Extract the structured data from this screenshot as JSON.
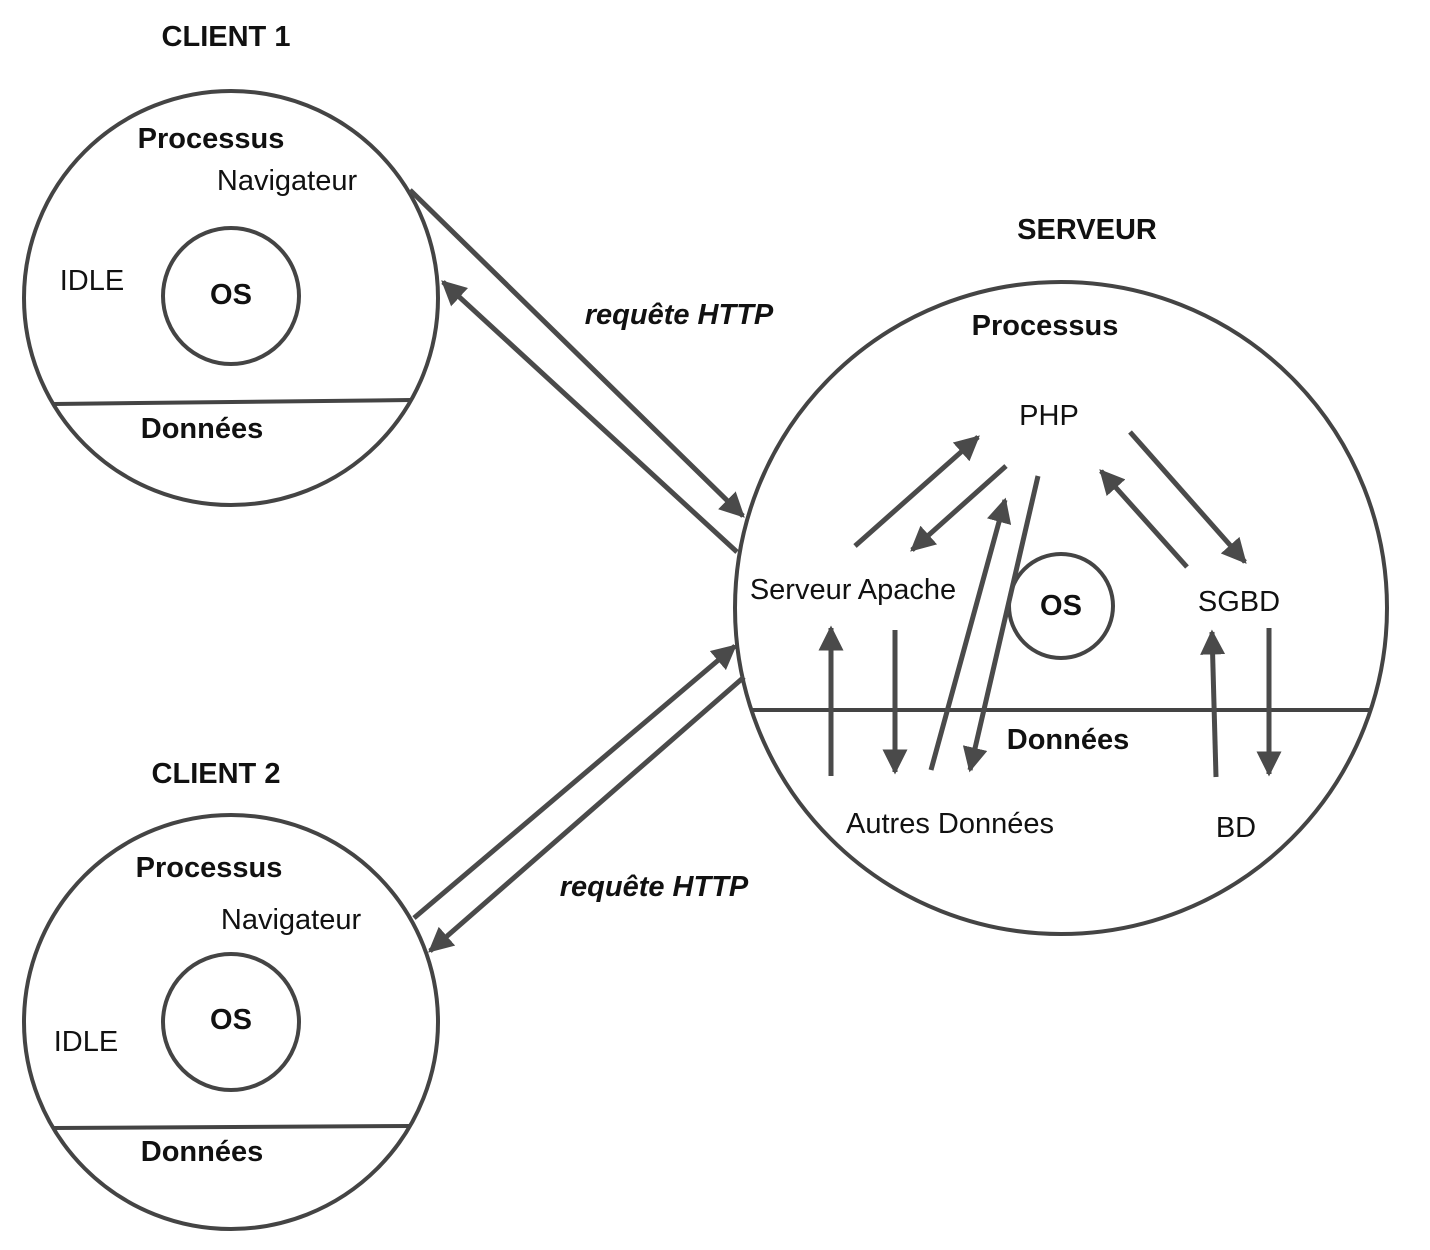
{
  "client1": {
    "title": "CLIENT 1",
    "processus": "Processus",
    "navigateur": "Navigateur",
    "idle": "IDLE",
    "os": "OS",
    "donnees": "Données"
  },
  "client2": {
    "title": "CLIENT 2",
    "processus": "Processus",
    "navigateur": "Navigateur",
    "idle": "IDLE",
    "os": "OS",
    "donnees": "Données"
  },
  "serveur": {
    "title": "SERVEUR",
    "processus": "Processus",
    "php": "PHP",
    "apache": "Serveur Apache",
    "os": "OS",
    "sgbd": "SGBD",
    "donnees": "Données",
    "autres": "Autres Données",
    "bd": "BD"
  },
  "links": {
    "http1": "requête HTTP",
    "http2": "requête HTTP"
  },
  "colors": {
    "outline": "#444444",
    "arrow": "#4a4a4a",
    "text": "#111111"
  }
}
